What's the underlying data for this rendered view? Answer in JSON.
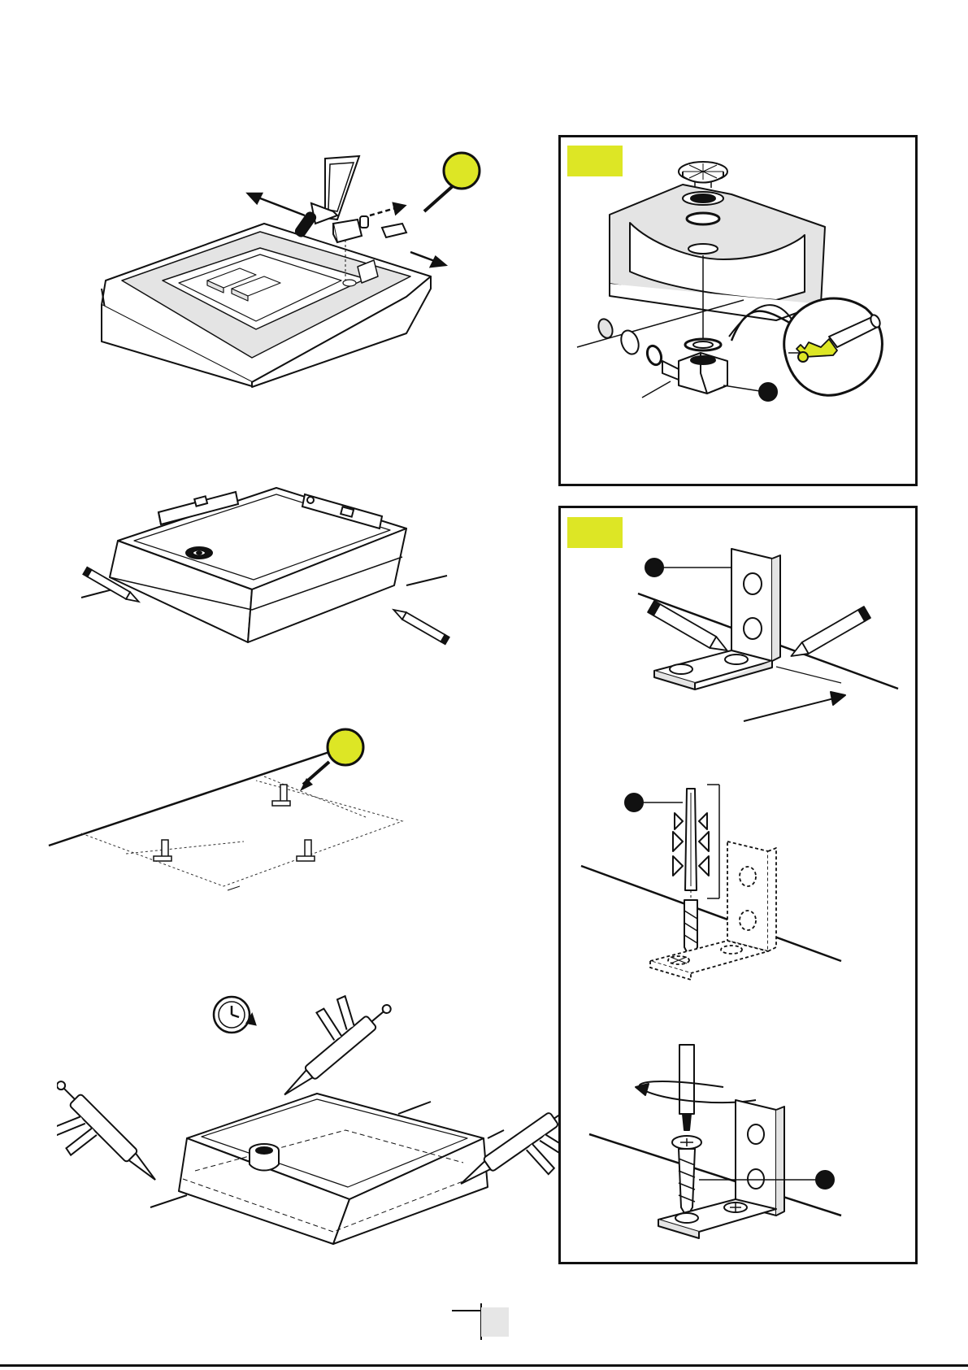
{
  "document": {
    "type": "installation-instructions-page",
    "colors": {
      "accent": "#dde625",
      "line": "#111111",
      "shade": "#e4e4e4",
      "panel_border": "#111111"
    },
    "step_markers": [
      "tray-cut-waste-outlet",
      "tray-leveling",
      "floor-brackets-layout",
      "sealing-perimeter",
      "waste-assembly-detail",
      "bracket-mounting-detail"
    ],
    "icons": [
      "saw-icon",
      "level-icon",
      "pencil-icon",
      "clock-rotate-icon",
      "caulk-gun-icon",
      "drill-bit-icon",
      "wall-plug-icon",
      "screwdriver-icon",
      "screw-icon",
      "bracket-icon",
      "waste-trap-icon",
      "drain-grate-icon"
    ],
    "page_number_box": ""
  }
}
